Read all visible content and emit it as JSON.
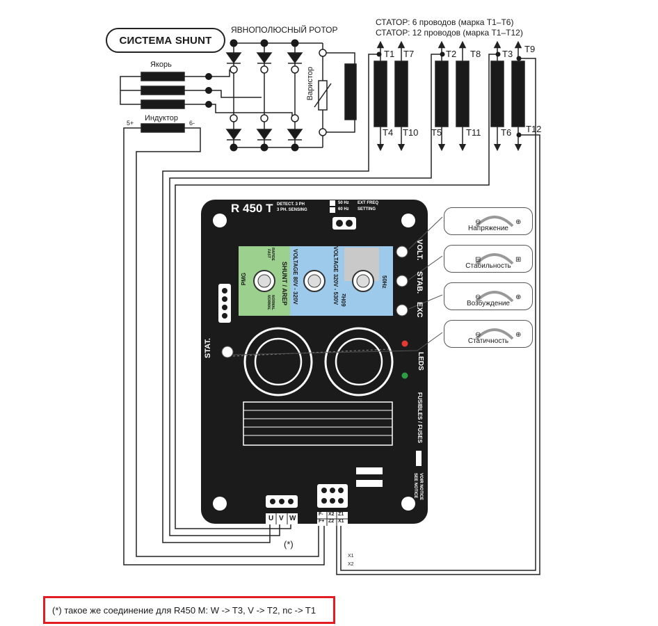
{
  "header": {
    "system_label": "СИСТЕМА SHUNT",
    "rotor_label": "ЯВНОПОЛЮСНЫЙ РОТОР",
    "stator_6": "СТАТОР: 6 проводов (марка T1–T6)",
    "stator_12": "СТАТОР: 12 проводов (марка T1–T12)"
  },
  "left": {
    "armature": "Якорь",
    "inductor": "Индуктор",
    "plus": "5+",
    "minus": "6-",
    "varistor": "Варистор"
  },
  "terminals": {
    "top": [
      "T1",
      "T7",
      "T2",
      "T8",
      "T3",
      "T9"
    ],
    "bottom": [
      "T4",
      "T10",
      "T5",
      "T11",
      "T6",
      "T12"
    ]
  },
  "board": {
    "model": "R 450 T",
    "detect_1": "DETECT. 3 PH",
    "detect_2": "3 PH. SENSING",
    "freq_50": "50 Hz",
    "freq_60": "60 Hz",
    "freq_ext_1": "EXT FREQ",
    "freq_ext_2": "SETTING",
    "pmg": "PMG",
    "shunt_arep": "SHUNT / AREP",
    "voltage_low": "VOLTAGE 80V - 320V",
    "voltage_high": "VOLTAGE 320V - 530V",
    "hz_50": "50Hz",
    "hz_60": "60Hz",
    "rapide": "RAPIDE",
    "fast": "FAST",
    "normal_fr": "NORMAL",
    "normal_en": "NORMAL",
    "volt": "VOLT.",
    "stab": "STAB.",
    "exc": "EXC",
    "stat": "STAT.",
    "leds": "LEDS",
    "fuses": "FUSIBLES / FUSES",
    "notice_1": "VOIR NOTICE",
    "notice_2": "SEE NOTICE",
    "term_u": "U",
    "term_v": "V",
    "term_w": "W",
    "term_fminus": "F-",
    "term_fplus": "F+",
    "term_x2": "X2",
    "term_z1": "Z1",
    "term_z2": "Z2",
    "term_x1": "X1",
    "wire_x1": "X1",
    "wire_x2": "X2",
    "asterisk": "(*)"
  },
  "callouts": [
    {
      "id": "P1",
      "label": "Напряжение",
      "minus_sym": "⊖",
      "plus_sym": "⊕"
    },
    {
      "id": "P2",
      "label": "Стабильность",
      "minus_sym": "⊟",
      "plus_sym": "⊞"
    },
    {
      "id": "P3",
      "label": "Возбуждение",
      "minus_sym": "⊖",
      "plus_sym": "⊕"
    },
    {
      "id": "P4",
      "label": "Статичность",
      "minus_sym": "⊖",
      "plus_sym": "⊕"
    }
  ],
  "footnote": "(*) такое же соединение для R450 M: W -> T3, V -> T2, nc -> T1",
  "colors": {
    "board": "#1b1b1b",
    "green_panel": "#9bd08e",
    "blue_panel": "#9dc9ea",
    "note_border": "#e31b23",
    "led_red": "#e53935",
    "led_green": "#2e9e44"
  }
}
